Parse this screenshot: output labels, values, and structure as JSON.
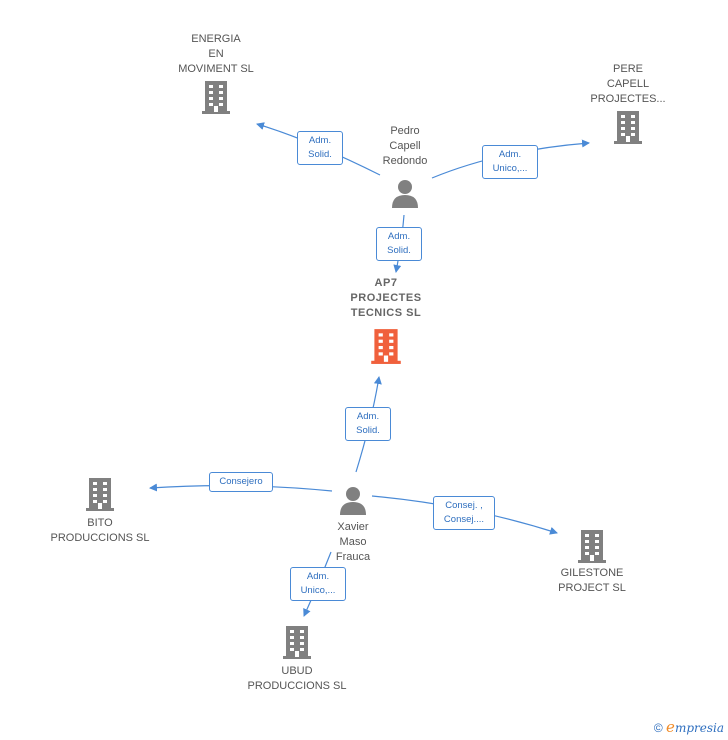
{
  "colors": {
    "accent": "#4a8ad6",
    "focus_building": "#f0603c",
    "building": "#808080",
    "person": "#808080"
  },
  "nodes": {
    "energia": {
      "label": "ENERGIA\nEN\nMOVIMENT  SL",
      "icon": "building-icon"
    },
    "pere": {
      "label": "PERE\nCAPELL\nPROJECTES...",
      "icon": "building-icon"
    },
    "pedro": {
      "label": "Pedro\nCapell\nRedondo",
      "icon": "person-icon"
    },
    "ap7": {
      "label": "AP7\nPROJECTES\nTECNICS  SL",
      "icon": "building-icon"
    },
    "bito": {
      "label": "BITO\nPRODUCCIONS SL",
      "icon": "building-icon"
    },
    "xavier": {
      "label": "Xavier\nMaso\nFrauca",
      "icon": "person-icon"
    },
    "gilestone": {
      "label": "GILESTONE\nPROJECT SL",
      "icon": "building-icon"
    },
    "ubud": {
      "label": "UBUD\nPRODUCCIONS SL",
      "icon": "building-icon"
    }
  },
  "edges": {
    "pedro_energia": "Adm.\nSolid.",
    "pedro_pere": "Adm.\nUnico,...",
    "pedro_ap7": "Adm.\nSolid.",
    "xavier_ap7": "Adm.\nSolid.",
    "xavier_bito": "Consejero",
    "xavier_gilestone": "Consej. ,\nConsej....",
    "xavier_ubud": "Adm.\nUnico,..."
  },
  "footer": {
    "copyright": "©",
    "brand_e": "e",
    "brand_rest": "mpresia"
  }
}
